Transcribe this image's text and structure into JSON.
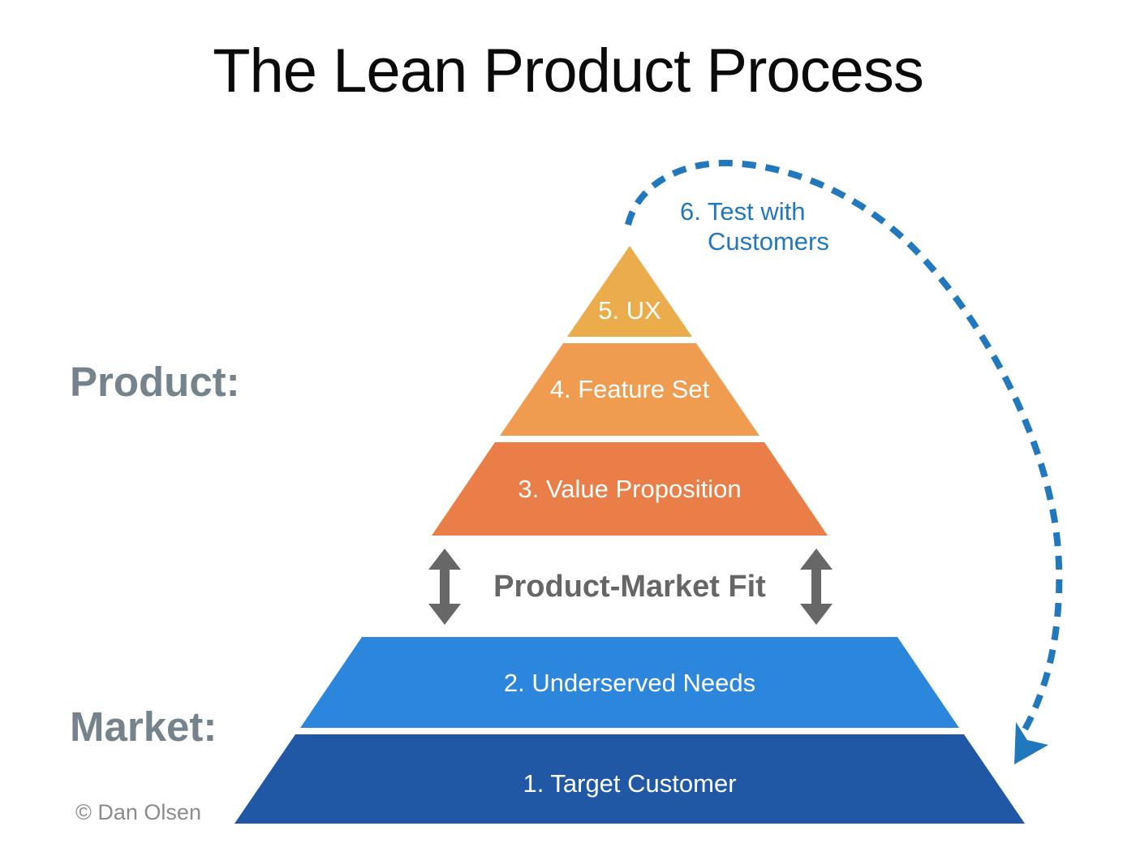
{
  "title": "The Lean Product Process",
  "side_labels": {
    "product": "Product:",
    "market": "Market:",
    "color": "#75838C"
  },
  "pyramid": {
    "label_color": "#FFFFFF",
    "layers": [
      {
        "id": 5,
        "label": "5. UX",
        "color": "#EBAD4C"
      },
      {
        "id": 4,
        "label": "4. Feature Set",
        "color": "#EF9C50"
      },
      {
        "id": 3,
        "label": "3. Value Proposition",
        "color": "#EA7E49"
      },
      {
        "id": 2,
        "label": "2. Underserved Needs",
        "color": "#2C86DB"
      },
      {
        "id": 1,
        "label": "1. Target Customer",
        "color": "#2058A6"
      }
    ]
  },
  "product_market_fit": {
    "label": "Product-Market Fit",
    "color": "#666666",
    "arrow_color": "#676767"
  },
  "loop_arrow": {
    "label_line1": "6. Test with",
    "label_line2": "Customers",
    "color": "#2278BC"
  },
  "footer": {
    "copyright": "© Dan Olsen"
  }
}
